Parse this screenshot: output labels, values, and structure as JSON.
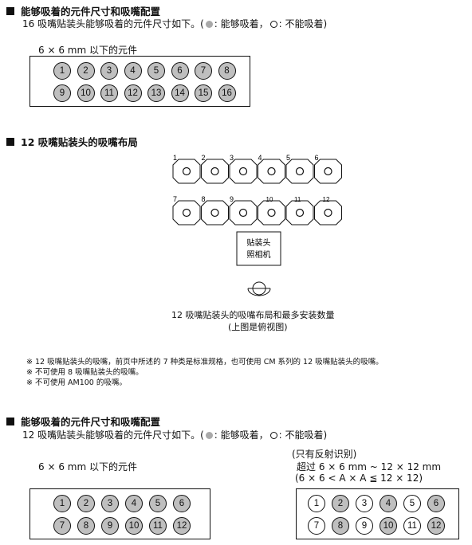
{
  "section1": {
    "title": "能够吸着的元件尺寸和吸嘴配置",
    "desc_a": "16 吸嘴贴装头能够吸着的元件尺寸如下。(",
    "legend_can": ": 能够吸着，",
    "legend_cannot": ": 不能吸着)",
    "size_label": "6 × 6 mm 以下的元件",
    "row1": [
      "1",
      "2",
      "3",
      "4",
      "5",
      "6",
      "7",
      "8"
    ],
    "row2": [
      "9",
      "10",
      "11",
      "12",
      "13",
      "14",
      "15",
      "16"
    ]
  },
  "section2": {
    "title": "12 吸嘴贴装头的吸嘴布局",
    "top_labels": [
      "1",
      "2",
      "3",
      "4",
      "5",
      "6"
    ],
    "bottom_labels": [
      "7",
      "8",
      "9",
      "10",
      "11",
      "12"
    ],
    "head_box_line1": "贴装头",
    "head_box_line2": "照相机",
    "caption1": "12 吸嘴贴装头的吸嘴布局和最多安装数量",
    "caption2": "(上图是俯视图)"
  },
  "notes": [
    "※  12 吸嘴贴装头的吸嘴，前页中所述的 7 种类是标准规格，也可使用 CM 系列的 12 吸嘴贴装头的吸嘴。",
    "※  不可使用 8 吸嘴贴装头的吸嘴。",
    "※  不可使用 AM100 的吸嘴。"
  ],
  "section3": {
    "title": "能够吸着的元件尺寸和吸嘴配置",
    "desc_a": "12 吸嘴贴装头能够吸着的元件尺寸如下。(",
    "legend_can": ": 能够吸着，",
    "legend_cannot": ": 不能吸着)",
    "size_label": "6 × 6 mm 以下的元件",
    "reflect_line1": "(只有反射识别)",
    "reflect_line2": "超过 6 × 6 mm ~ 12 × 12 mm",
    "reflect_line3": "(6 × 6 < A × A  ≦  12 × 12)",
    "left_row1": [
      "1",
      "2",
      "3",
      "4",
      "5",
      "6"
    ],
    "left_row2": [
      "7",
      "8",
      "9",
      "10",
      "11",
      "12"
    ],
    "right_row1": [
      "1",
      "2",
      "3",
      "4",
      "5",
      "6"
    ],
    "right_row2": [
      "7",
      "8",
      "9",
      "10",
      "11",
      "12"
    ],
    "right_row1_grey": [
      false,
      true,
      false,
      true,
      false,
      true
    ],
    "right_row2_grey": [
      false,
      true,
      false,
      true,
      false,
      true
    ]
  },
  "colors": {
    "grey_fill": "#bfbfbf",
    "legend_dot": "#a9a9a9"
  }
}
